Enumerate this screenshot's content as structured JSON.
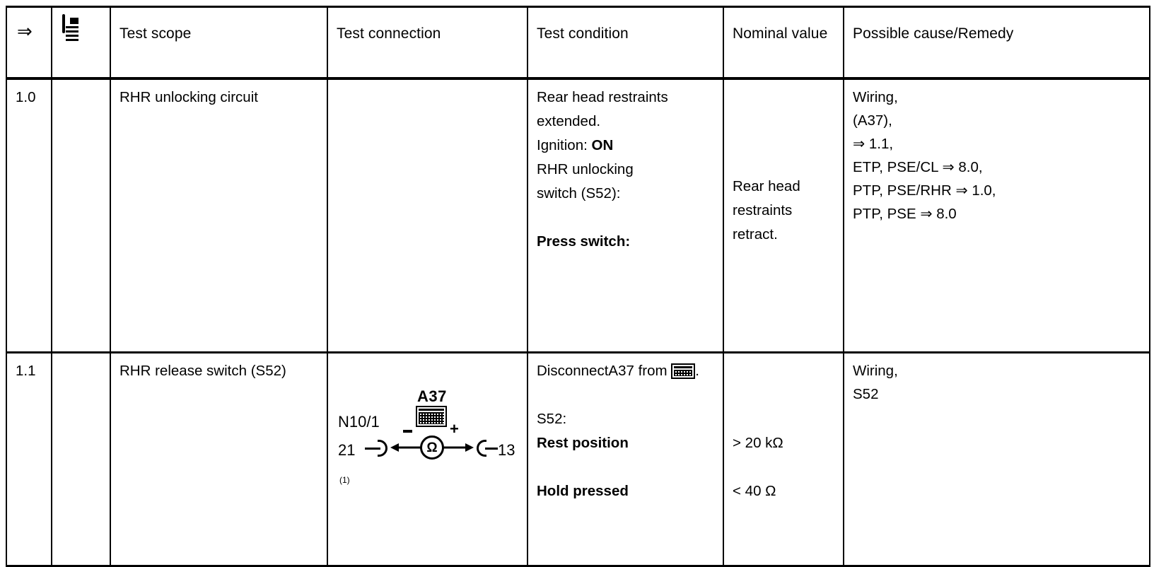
{
  "table": {
    "columns": [
      {
        "key": "step",
        "label": "⇒",
        "icon": "double-arrow-right"
      },
      {
        "key": "tester",
        "label": "",
        "icon": "handheld-tester-icon"
      },
      {
        "key": "scope",
        "label": "Test scope"
      },
      {
        "key": "conn",
        "label": "Test connection"
      },
      {
        "key": "cond",
        "label": "Test condition"
      },
      {
        "key": "nominal",
        "label": "Nominal value"
      },
      {
        "key": "remedy",
        "label": "Possible cause/Remedy"
      }
    ],
    "rows": [
      {
        "step": "1.0",
        "scope": "RHR unlocking circuit",
        "scope_bold": true,
        "condition_lines": [
          "Rear head restraints",
          "extended."
        ],
        "condition_ignition_label": "Ignition: ",
        "condition_ignition_value": "ON",
        "condition_lines_2": [
          "RHR unlocking",
          "switch (S52):"
        ],
        "condition_press": "Press switch:",
        "nominal": "Rear head\nrestraints\nretract.",
        "remedy": "Wiring,\n(A37),\n⇒ 1.1,\nETP, PSE/CL ⇒ 8.0,\nPTP, PSE/RHR ⇒ 1.0,\nPTP, PSE ⇒ 8.0"
      },
      {
        "step": "1.1",
        "scope": "RHR release switch (S52)",
        "scope_bold": false,
        "condition_disconnect_prefix": "DisconnectA37 from ",
        "condition_disconnect_suffix": ".",
        "condition_switch_label": "S52:",
        "condition_rest": "Rest position",
        "condition_hold": "Hold pressed",
        "nominal_rest": "> 20 kΩ",
        "nominal_hold": "< 40 Ω",
        "remedy": "Wiring,\nS52",
        "diagram": {
          "connector_label": "A37",
          "left_device": "N10/1",
          "left_pin": "21",
          "right_pin": "13",
          "footnote": "(1)",
          "meter_symbol": "Ω",
          "polarity_negative": "−",
          "polarity_positive": "+",
          "socket_icon": "connector-socket-icon"
        }
      }
    ]
  },
  "colors": {
    "ink": "#000000",
    "paper": "#ffffff"
  }
}
